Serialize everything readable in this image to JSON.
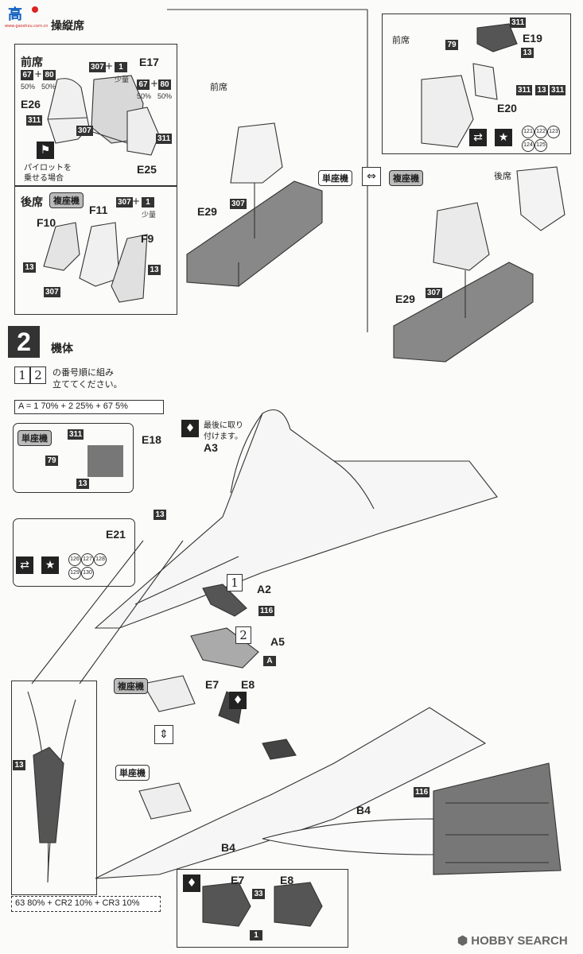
{
  "header": {
    "logo_text": "高",
    "site": "www.gaoshou.com.cn",
    "section_title": "操縦席"
  },
  "front_seat_box": {
    "title": "前席",
    "left_paint": "67",
    "left_paint2": "80",
    "left_pct1": "50%",
    "left_pct2": "50%",
    "right_paint": "67",
    "right_paint2": "80",
    "right_pct1": "50%",
    "right_pct2": "50%",
    "glue": "307",
    "glue_amt": "1",
    "glue_note": "少量",
    "part_e17": "E17",
    "part_e26": "E26",
    "part_e25": "E25",
    "paint_311": "311",
    "paint_307": "307",
    "paint_311b": "311",
    "pilot_note_1": "パイロットを",
    "pilot_note_2": "乗せる場合"
  },
  "rear_seat_box": {
    "title": "後席",
    "tag": "複座機",
    "glue": "307",
    "glue_amt": "1",
    "glue_note": "少量",
    "part_f10": "F10",
    "part_f11": "F11",
    "part_f9": "F9",
    "paint_13a": "13",
    "paint_13b": "13",
    "paint_307": "307"
  },
  "center_top": {
    "label": "前席",
    "part_e29": "E29",
    "paint_307": "307"
  },
  "right_top_box": {
    "label": "前席",
    "paint_311": "311",
    "paint_79": "79",
    "part_e19": "E19",
    "paint_13": "13",
    "part_e20": "E20",
    "paint_311a": "311",
    "paint_13b": "13",
    "paint_311b": "311",
    "decals": [
      "121",
      "122",
      "123",
      "124",
      "125"
    ]
  },
  "seat_switch": {
    "single": "単座機",
    "dual": "複座機"
  },
  "right_mid": {
    "label": "後席",
    "part_e29": "E29",
    "paint_307": "307"
  },
  "step2": {
    "number": "2",
    "title": "機体",
    "order_a": "1",
    "order_b": "2",
    "order_text_1": "の番号順に組み",
    "order_text_2": "立ててください。",
    "mix_formula": "A = 1 70% + 2 25% + 67 5%"
  },
  "single_box": {
    "tag": "単座機",
    "paint_311": "311",
    "paint_79": "79",
    "paint_13": "13",
    "part_e18": "E18"
  },
  "last_note": {
    "line1": "最後に取り",
    "line2": "付けます。",
    "part_a3": "A3"
  },
  "e21_box": {
    "paint_13": "13",
    "part_e21": "E21",
    "decals": [
      "126",
      "127",
      "128",
      "129",
      "130"
    ]
  },
  "parts_mid": {
    "step_a": "1",
    "part_a2": "A2",
    "paint_116": "116",
    "step_b": "2",
    "part_a5": "A5",
    "paint_a": "A"
  },
  "lower_left": {
    "tag_dual": "複座機",
    "part_e7": "E7",
    "part_e8": "E8",
    "tag_single": "単座機",
    "part_b4": "B4"
  },
  "nose_box": {
    "paint_13": "13",
    "formula": "63 80% + CR2 10% + CR3 10%"
  },
  "rear_view": {
    "part_b4": "B4",
    "paint_116": "116"
  },
  "bottom_box": {
    "part_e7": "E7",
    "part_e8": "E8",
    "paint_33": "33",
    "paint_1": "1"
  },
  "watermark": "HOBBY SEARCH"
}
